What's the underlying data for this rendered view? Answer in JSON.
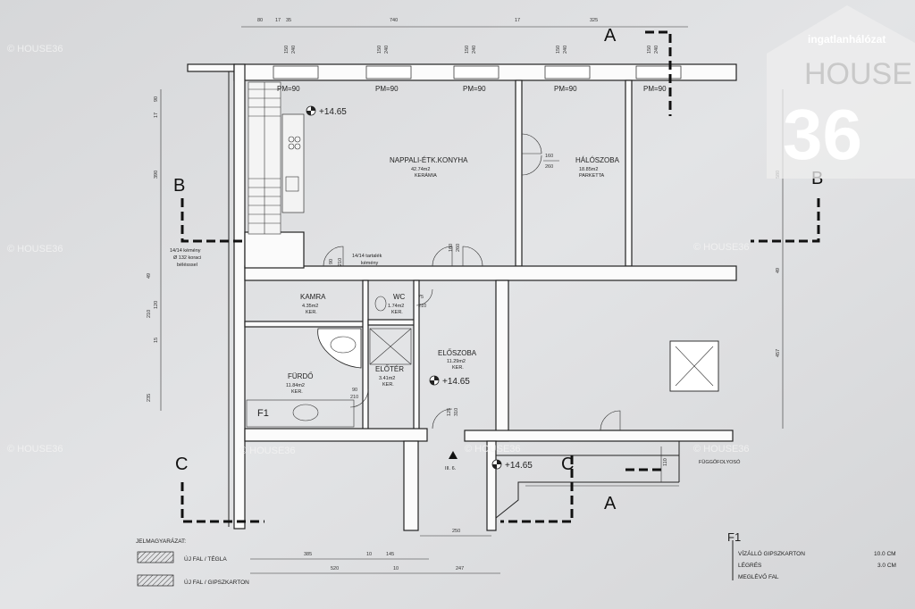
{
  "rooms": {
    "nappali": {
      "name": "NAPPALI-ÉTK.KONYHA",
      "area": "42.74m2",
      "floor": "KERÁMIA"
    },
    "haloszoba": {
      "name": "HÁLÓSZOBA",
      "area": "18.85m2",
      "floor": "PARKETTA"
    },
    "kamra": {
      "name": "KAMRA",
      "area": "4.35m2",
      "floor": "KER."
    },
    "wc": {
      "name": "WC",
      "area": "1.74m2",
      "floor": "KER."
    },
    "furdo": {
      "name": "FÜRDŐ",
      "area": "11.84m2",
      "floor": "KER."
    },
    "eloter": {
      "name": "ELŐTÉR",
      "area": "3.41m2",
      "floor": "KER."
    },
    "eloszoba": {
      "name": "ELŐSZOBA",
      "area": "11.29m2",
      "floor": "KER."
    },
    "fuggofolyoso": {
      "name": "FÜGGŐFOLYOSÓ"
    }
  },
  "levels": {
    "nappali": "+14.65",
    "eloszoba": "+14.65",
    "entrance": "+14.65"
  },
  "windows": {
    "label": "PM=90"
  },
  "door_dims": {
    "halo_w": "160",
    "halo_h": "260",
    "kamra_w": "90",
    "kamra_h": "210",
    "main_w": "160",
    "main_h": "260",
    "wc_w": "75",
    "wc_h": "210",
    "furdo_w": "90",
    "furdo_h": "210",
    "entry_w": "125",
    "entry_h": "310"
  },
  "top_dims": [
    "80",
    "17",
    "35",
    "740",
    "17",
    "325"
  ],
  "window_dims": {
    "w": "150",
    "h": "240"
  },
  "left_dims": [
    "90",
    "17",
    "390",
    "49",
    "210",
    "120",
    "15",
    "235"
  ],
  "right_dims": [
    "580",
    "49",
    "457"
  ],
  "chimney_note": [
    "14/14 kémény",
    "Ø 132 koraci",
    "bélésssel"
  ],
  "chimney_note2": [
    "14/14 tartalék",
    "kémény"
  ],
  "stair": "III. 6.",
  "bottom_dim": "250",
  "corridor_dim": "110",
  "section_letters": {
    "A": "A",
    "B": "B",
    "C": "C",
    "F1": "F1"
  },
  "legend": {
    "title": "JELMAGYARÁZAT:",
    "items": [
      "ÚJ FAL / TÉGLA",
      "ÚJ FAL / GIPSZKARTON"
    ],
    "dims1": [
      "385",
      "10",
      "145"
    ],
    "dims2": [
      "520",
      "10",
      "247"
    ]
  },
  "f1_legend": {
    "title": "F1",
    "rows": [
      {
        "label": "VÍZÁLLÓ GIPSZKARTON",
        "value": "10.0 CM"
      },
      {
        "label": "LÉGRÉS",
        "value": "3.0 CM"
      },
      {
        "label": "MEGLÉVŐ FAL",
        "value": ""
      }
    ]
  },
  "watermark": {
    "text": "© HOUSE36",
    "logo_top": "ingatlanhálózat",
    "logo_mid": "HOUSE",
    "logo_num": "36"
  }
}
